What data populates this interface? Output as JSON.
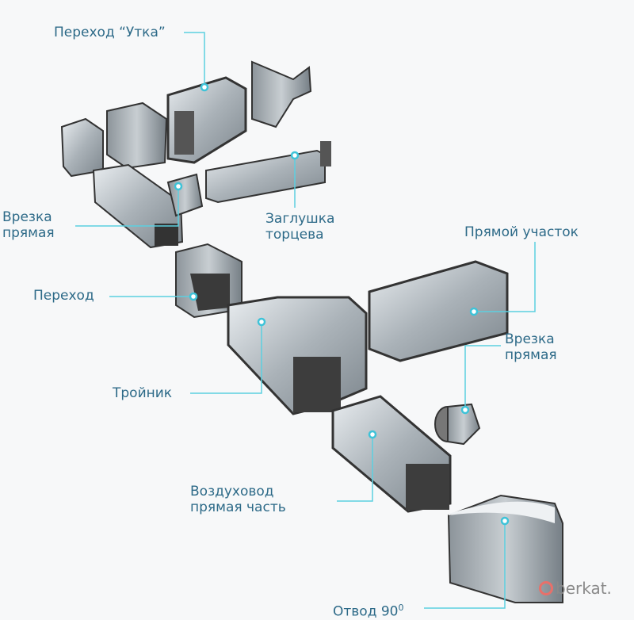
{
  "labels": {
    "transition_duck": "Переход “Утка”",
    "tap_straight_left_1": "Врезка",
    "tap_straight_left_2": "прямая",
    "end_cap_1": "Заглушка",
    "end_cap_2": "торцева",
    "straight_section": "Прямой участок",
    "tap_straight_right_1": "Врезка",
    "tap_straight_right_2": "прямая",
    "transition": "Переход",
    "tee": "Тройник",
    "duct_straight_1": "Воздуховод",
    "duct_straight_2": "прямая часть",
    "elbow_90": "Отвод 90",
    "elbow_90_degree": "0"
  },
  "watermark": "berkat.",
  "colors": {
    "label": "#2d6a88",
    "leader": "#5ccfe0",
    "metal": "#a9b0b6"
  }
}
